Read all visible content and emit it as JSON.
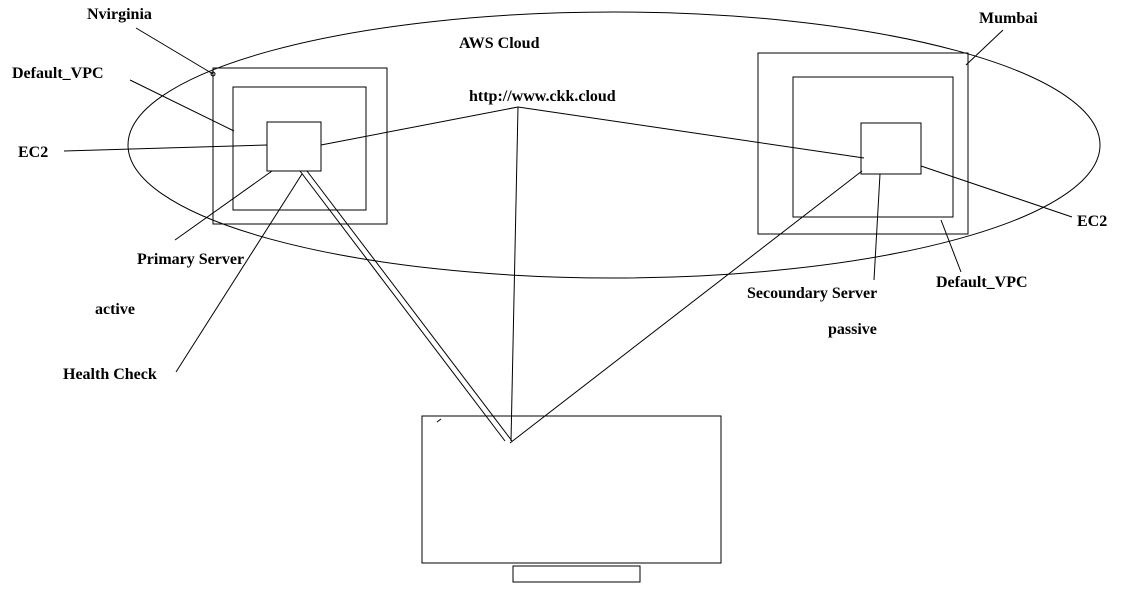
{
  "labels": {
    "nvirginia": "Nvirginia",
    "mumbai": "Mumbai",
    "aws_cloud": "AWS Cloud",
    "url": "http://www.ckk.cloud",
    "default_vpc_left": "Default_VPC",
    "default_vpc_right": "Default_VPC",
    "ec2_left": "EC2",
    "ec2_right": "EC2",
    "primary_server": "Primary Server",
    "active": "active",
    "health_check": "Health Check",
    "secondary_server": "Secoundary Server",
    "passive": "passive"
  },
  "colors": {
    "stroke": "#000000",
    "background": "#ffffff"
  }
}
